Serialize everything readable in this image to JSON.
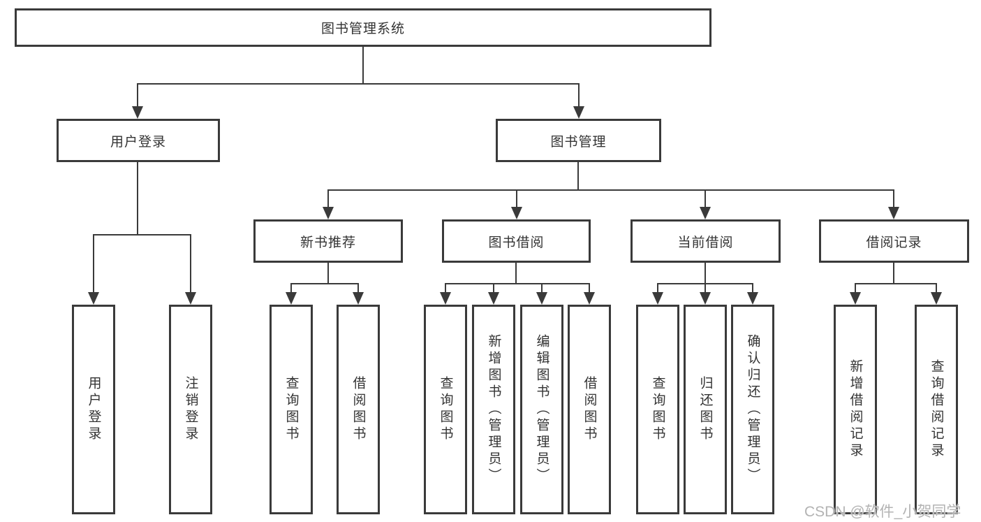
{
  "diagram": {
    "root": {
      "label": "图书管理系统"
    },
    "branches": [
      {
        "label": "用户登录",
        "children": [
          {
            "label": "用户登录"
          },
          {
            "label": "注销登录"
          }
        ]
      },
      {
        "label": "图书管理",
        "groups": [
          {
            "label": "新书推荐",
            "children": [
              {
                "label": "查询图书"
              },
              {
                "label": "借阅图书"
              }
            ]
          },
          {
            "label": "图书借阅",
            "children": [
              {
                "label": "查询图书"
              },
              {
                "label": "新增图书（管理员）"
              },
              {
                "label": "编辑图书（管理员）"
              },
              {
                "label": "借阅图书"
              }
            ]
          },
          {
            "label": "当前借阅",
            "children": [
              {
                "label": "查询图书"
              },
              {
                "label": "归还图书"
              },
              {
                "label": "确认归还（管理员）"
              }
            ]
          },
          {
            "label": "借阅记录",
            "children": [
              {
                "label": "新增借阅记录"
              },
              {
                "label": "查询借阅记录"
              }
            ]
          }
        ]
      }
    ],
    "watermark": "CSDN @软件_小贺同学",
    "colors": {
      "line": "#3a3a3a",
      "box_border": "#3a3a3a",
      "text": "#333333",
      "background": "#ffffff",
      "watermark": "#b3b3b3"
    }
  }
}
